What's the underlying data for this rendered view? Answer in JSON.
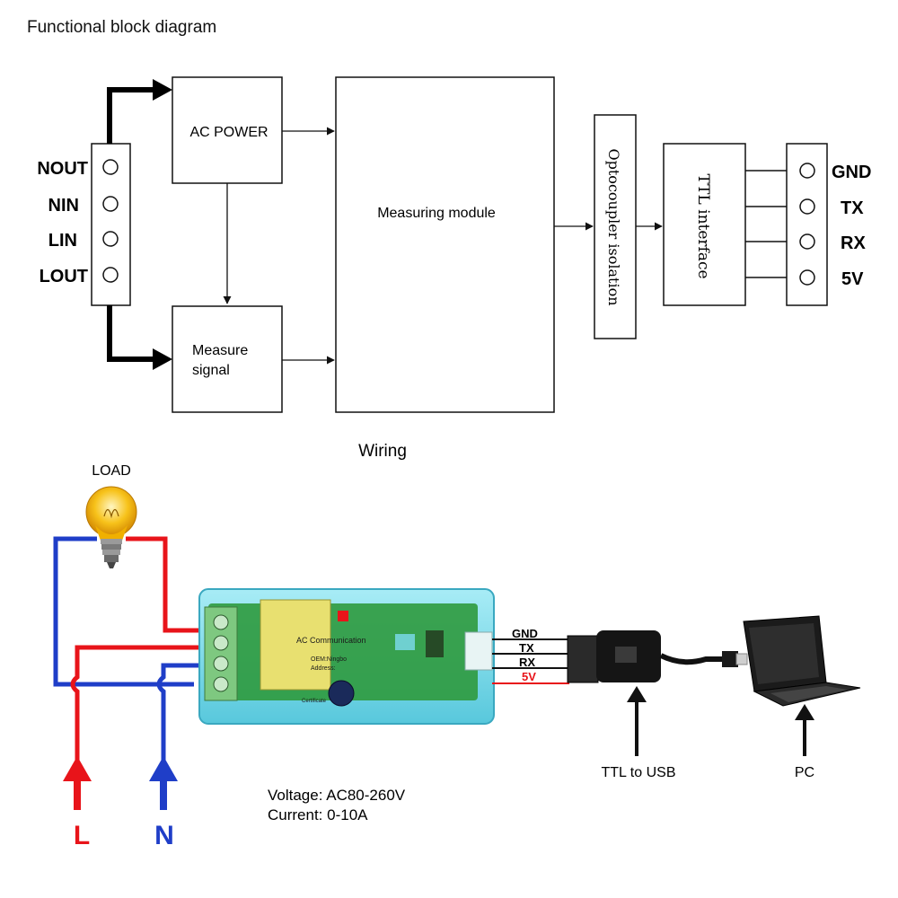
{
  "diagram": {
    "title": "Functional block diagram",
    "inputs": [
      "NOUT",
      "NIN",
      "LIN",
      "LOUT"
    ],
    "outputs": [
      "GND",
      "TX",
      "RX",
      "5V"
    ],
    "blocks": {
      "ac_power": "AC POWER",
      "measure_signal_line1": "Measure",
      "measure_signal_line2": "signal",
      "measuring_module": "Measuring module",
      "optocoupler": "Optocoupler isolation",
      "ttl": "TTL interface"
    }
  },
  "wiring": {
    "title": "Wiring",
    "load_label": "LOAD",
    "signal_labels": [
      "GND",
      "TX",
      "RX",
      "5V"
    ],
    "ttl_usb_label": "TTL to USB",
    "pc_label": "PC",
    "l_label": "L",
    "n_label": "N",
    "voltage": "Voltage: AC80-260V",
    "current": "Current: 0-10A",
    "module_texts": {
      "ac_comm": "AC Communication",
      "oem": "OEM:Ningbo",
      "address": "Address:",
      "cert": "Certificate"
    }
  },
  "colors": {
    "live": "#e8141a",
    "neutral": "#1f3ec8",
    "module": "#7fdcec",
    "board": "#2f9a3e",
    "bulb": "#f5b800"
  }
}
